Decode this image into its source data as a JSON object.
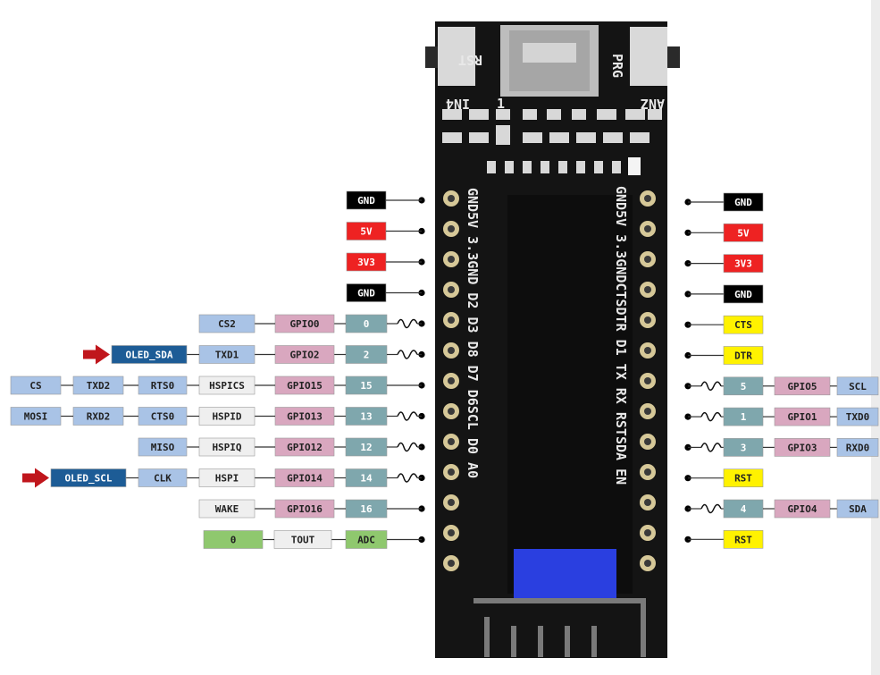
{
  "colors": {
    "black": "#000000",
    "red": "#ee2222",
    "yellow": "#fff200",
    "teal": "#7fa7ad",
    "pink": "#d9a7bf",
    "light_blue": "#a9c3e6",
    "white_box": "#efefef",
    "dark_blue": "#1d5c96",
    "green": "#8fc86e",
    "arrow": "#c0161c",
    "board": "#141414",
    "oled_blue": "#2a3fe0"
  },
  "board": {
    "button_left_label": "RST",
    "button_right_label": "PRG",
    "corner_left_label": "IN4",
    "corner_right_label": "ANZ",
    "usb_label": "1",
    "silk_left": "GND5V 3.3GND D2 D3 D8 D7 D6SCL D0 A0",
    "silk_right": "GND5V 3.3GNDCTSDTR D1 TX RX RSTSDA EN"
  },
  "left_rows": [
    {
      "pin": {
        "text": "GND",
        "color": "black"
      },
      "wave": false,
      "labels": []
    },
    {
      "pin": {
        "text": "5V",
        "color": "red"
      },
      "wave": false,
      "labels": []
    },
    {
      "pin": {
        "text": "3V3",
        "color": "red"
      },
      "wave": false,
      "labels": []
    },
    {
      "pin": {
        "text": "GND",
        "color": "black"
      },
      "wave": false,
      "labels": []
    },
    {
      "pin": {
        "text": "0",
        "color": "teal"
      },
      "wave": true,
      "labels": [
        {
          "text": "GPIO0",
          "color": "pink"
        },
        {
          "text": "CS2",
          "color": "light_blue"
        }
      ]
    },
    {
      "pin": {
        "text": "2",
        "color": "teal"
      },
      "wave": true,
      "labels": [
        {
          "text": "GPIO2",
          "color": "pink"
        },
        {
          "text": "TXD1",
          "color": "light_blue"
        },
        {
          "text": "OLED_SDA",
          "color": "dark_blue"
        }
      ],
      "arrow": true
    },
    {
      "pin": {
        "text": "15",
        "color": "teal"
      },
      "wave": false,
      "labels": [
        {
          "text": "GPIO15",
          "color": "pink"
        },
        {
          "text": "HSPICS",
          "color": "white_box"
        },
        {
          "text": "RTS0",
          "color": "light_blue"
        },
        {
          "text": "TXD2",
          "color": "light_blue"
        },
        {
          "text": "CS",
          "color": "light_blue"
        }
      ]
    },
    {
      "pin": {
        "text": "13",
        "color": "teal"
      },
      "wave": true,
      "labels": [
        {
          "text": "GPIO13",
          "color": "pink"
        },
        {
          "text": "HSPID",
          "color": "white_box"
        },
        {
          "text": "CTS0",
          "color": "light_blue"
        },
        {
          "text": "RXD2",
          "color": "light_blue"
        },
        {
          "text": "MOSI",
          "color": "light_blue"
        }
      ]
    },
    {
      "pin": {
        "text": "12",
        "color": "teal"
      },
      "wave": true,
      "labels": [
        {
          "text": "GPIO12",
          "color": "pink"
        },
        {
          "text": "HSPIQ",
          "color": "white_box"
        },
        {
          "text": "MISO",
          "color": "light_blue"
        }
      ]
    },
    {
      "pin": {
        "text": "14",
        "color": "teal"
      },
      "wave": true,
      "labels": [
        {
          "text": "GPIO14",
          "color": "pink"
        },
        {
          "text": "HSPI",
          "color": "white_box"
        },
        {
          "text": "CLK",
          "color": "light_blue"
        },
        {
          "text": "OLED_SCL",
          "color": "dark_blue"
        }
      ],
      "arrow": true
    },
    {
      "pin": {
        "text": "16",
        "color": "teal"
      },
      "wave": false,
      "labels": [
        {
          "text": "GPIO16",
          "color": "pink"
        },
        {
          "text": "WAKE",
          "color": "white_box"
        }
      ]
    },
    {
      "pin": {
        "text": "ADC",
        "color": "green"
      },
      "wave": false,
      "labels": [
        {
          "text": "TOUT",
          "color": "white_box"
        },
        {
          "text": "0",
          "color": "green"
        }
      ]
    }
  ],
  "right_rows": [
    {
      "pin": {
        "text": "GND",
        "color": "black"
      },
      "wave": false,
      "labels": []
    },
    {
      "pin": {
        "text": "5V",
        "color": "red"
      },
      "wave": false,
      "labels": []
    },
    {
      "pin": {
        "text": "3V3",
        "color": "red"
      },
      "wave": false,
      "labels": []
    },
    {
      "pin": {
        "text": "GND",
        "color": "black"
      },
      "wave": false,
      "labels": []
    },
    {
      "pin": {
        "text": "CTS",
        "color": "yellow"
      },
      "wave": false,
      "labels": []
    },
    {
      "pin": {
        "text": "DTR",
        "color": "yellow"
      },
      "wave": false,
      "labels": []
    },
    {
      "pin": {
        "text": "5",
        "color": "teal"
      },
      "wave": true,
      "labels": [
        {
          "text": "GPIO5",
          "color": "pink"
        },
        {
          "text": "SCL",
          "color": "light_blue"
        }
      ]
    },
    {
      "pin": {
        "text": "1",
        "color": "teal"
      },
      "wave": true,
      "labels": [
        {
          "text": "GPIO1",
          "color": "pink"
        },
        {
          "text": "TXD0",
          "color": "light_blue"
        }
      ]
    },
    {
      "pin": {
        "text": "3",
        "color": "teal"
      },
      "wave": true,
      "labels": [
        {
          "text": "GPIO3",
          "color": "pink"
        },
        {
          "text": "RXD0",
          "color": "light_blue"
        }
      ]
    },
    {
      "pin": {
        "text": "RST",
        "color": "yellow"
      },
      "wave": false,
      "labels": []
    },
    {
      "pin": {
        "text": "4",
        "color": "teal"
      },
      "wave": true,
      "labels": [
        {
          "text": "GPIO4",
          "color": "pink"
        },
        {
          "text": "SDA",
          "color": "light_blue"
        }
      ]
    },
    {
      "pin": {
        "text": "RST",
        "color": "yellow"
      },
      "wave": false,
      "labels": []
    }
  ]
}
